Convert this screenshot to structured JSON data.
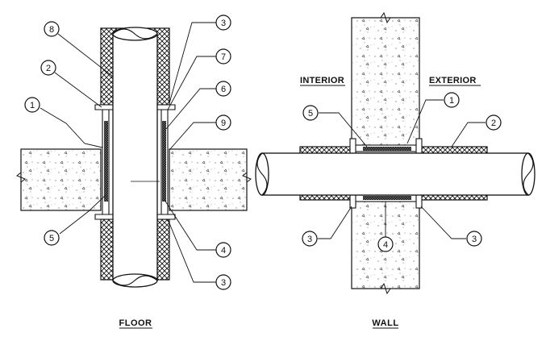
{
  "titles": {
    "floor": "FLOOR",
    "wall": "WALL"
  },
  "wall_labels": {
    "interior": "INTERIOR",
    "exterior": "EXTERIOR"
  },
  "floor_callouts": {
    "top_left_8": "8",
    "left_2": "2",
    "left_1": "1",
    "bottom_left_5": "5",
    "top_right_3": "3",
    "right_7": "7",
    "right_6": "6",
    "right_9": "9",
    "bottom_right_4": "4",
    "bottom_right_3": "3"
  },
  "wall_callouts": {
    "top_5": "5",
    "top_1": "1",
    "top_2": "2",
    "bottom_left_3": "3",
    "bottom_4": "4",
    "bottom_right_3": "3"
  }
}
